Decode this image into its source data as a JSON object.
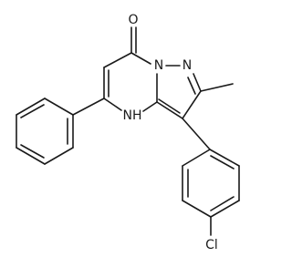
{
  "molecule": {
    "atoms": {
      "oxygen": "O",
      "nitrogen_bridge": "N",
      "nitrogen_pyrazole": "N",
      "nh": "NH",
      "chlorine": "Cl"
    }
  }
}
